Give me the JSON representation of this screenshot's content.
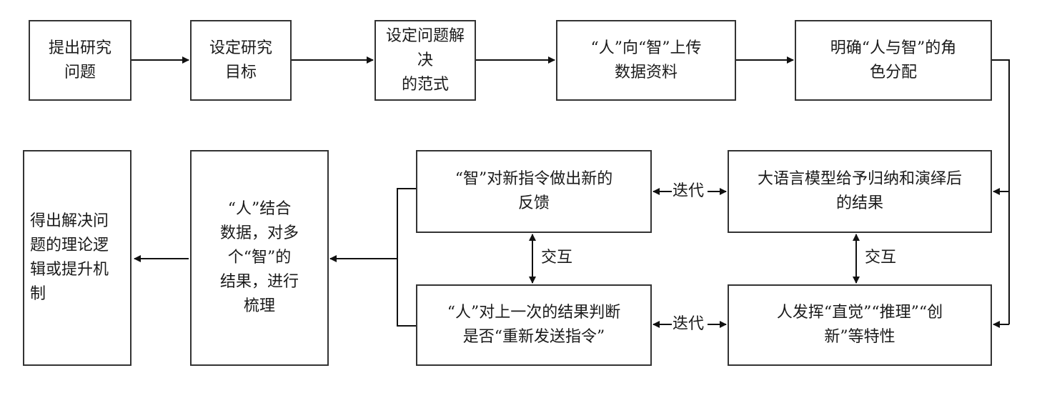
{
  "boxes": {
    "b1": [
      "提出研究",
      "问题"
    ],
    "b2": [
      "设定研究",
      "目标"
    ],
    "b3": [
      "设定问题解决",
      "的范式"
    ],
    "b4": [
      "“人”向“智”上传",
      "数据资料"
    ],
    "b5": [
      "明确“人与智”的角",
      "色分配"
    ],
    "b6": [
      "大语言模型给予归纳和演绎后",
      "的结果"
    ],
    "b7": [
      "“智”对新指令做出新的",
      "反馈"
    ],
    "b8": [
      "人发挥“直觉”“推理”“创",
      "新”等特性"
    ],
    "b9": [
      "“人”对上一次的结果判断",
      "是否“重新发送指令”"
    ],
    "b10": [
      "“人”结合",
      "数据，对多",
      "个“智”的",
      "结果，进行",
      "梳理"
    ],
    "b11": [
      "得出解决问",
      "题的理论逻",
      "辑或提升机",
      "制"
    ]
  },
  "labels": {
    "iter_top": "迭代",
    "iter_bottom": "迭代",
    "interact_left": "交互",
    "interact_right": "交互"
  }
}
